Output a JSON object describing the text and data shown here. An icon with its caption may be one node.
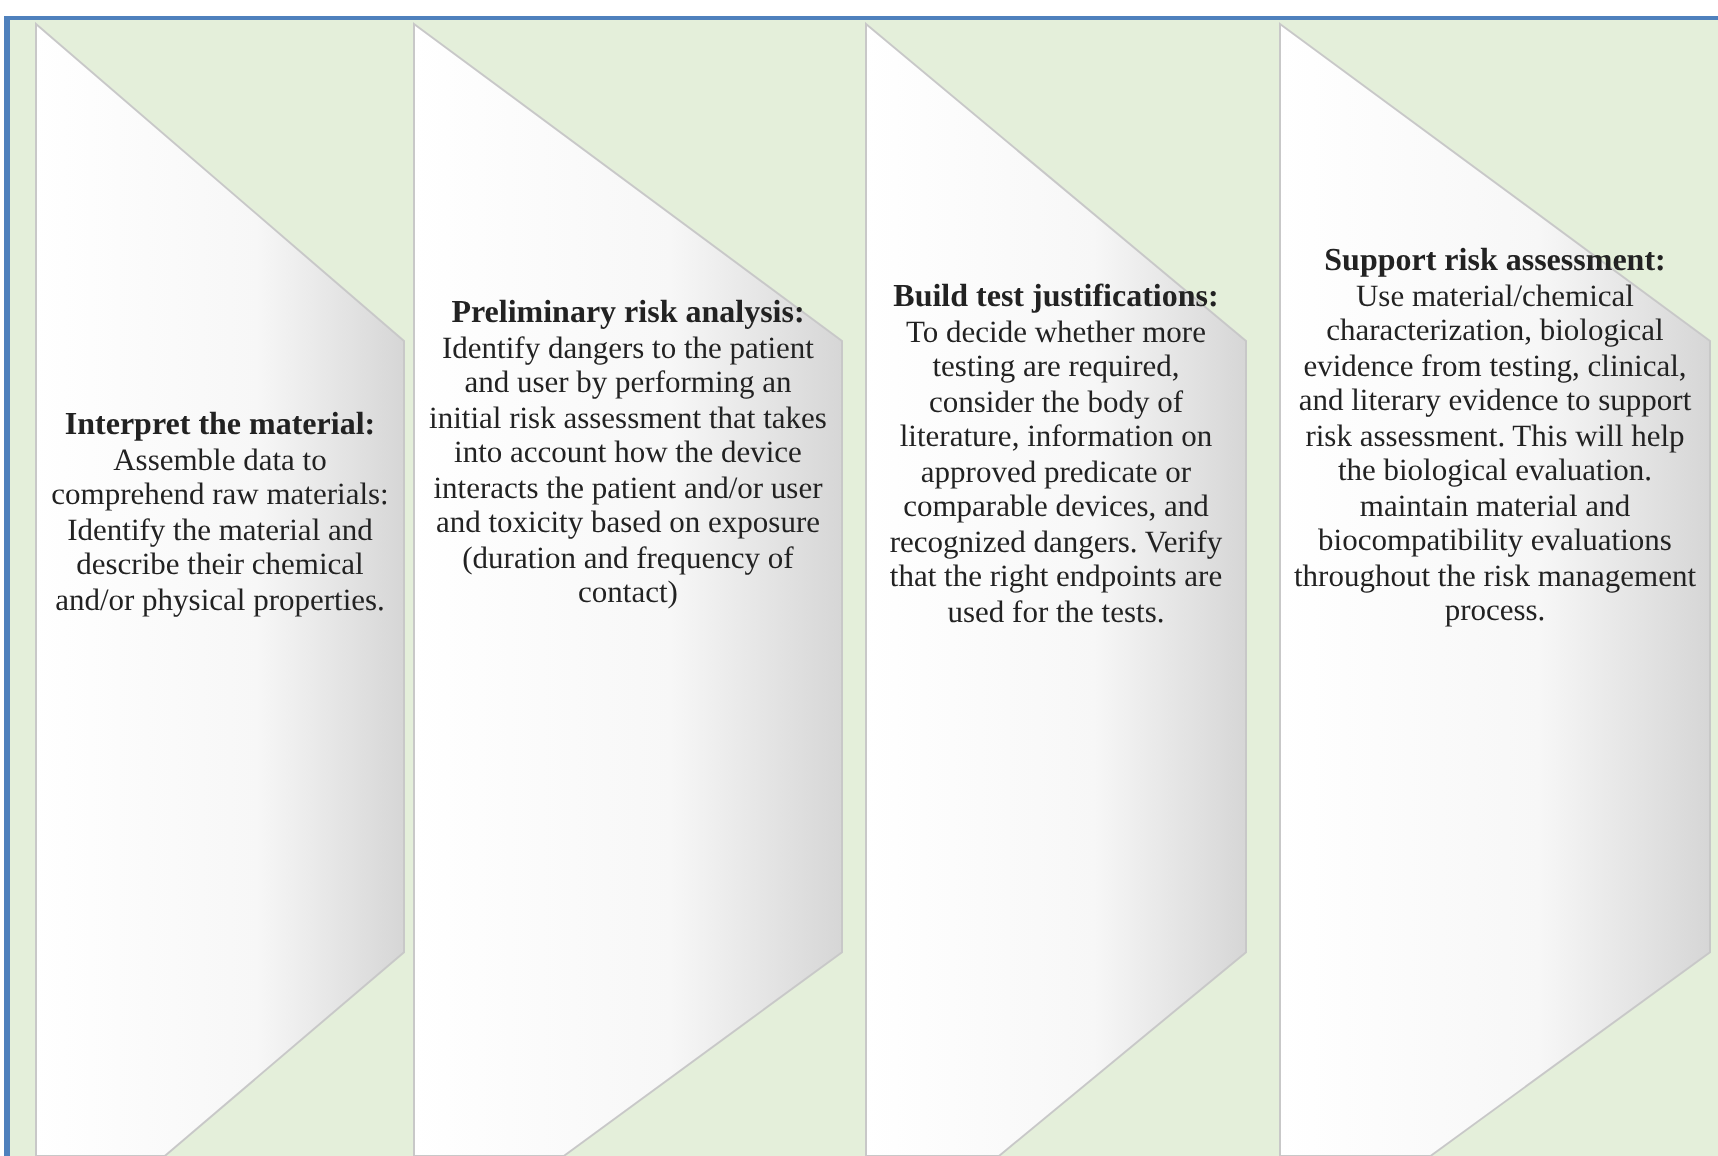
{
  "diagram": {
    "nodes": [
      {
        "text": [
          "Interpret the material:",
          "Assemble data to comprehend raw materials: Identify the material and describe their chemical and/or physical properties."
        ]
      },
      {
        "text": [
          "Preliminary risk analysis:",
          "Identify dangers to the patient and user by performing an initial risk assessment that takes into account how the device interacts the patient and/or user and toxicity based on exposure (duration and frequency of contact)"
        ]
      },
      {
        "text": [
          "Build test justifications:",
          "To decide whether more testing are required, consider the body of literature, information on approved predicate or comparable devices, and recognized dangers. Verify that the right endpoints are used for the tests."
        ]
      },
      {
        "text": [
          "Support risk assessment:",
          "Use material/chemical characterization, biological evidence from testing, clinical, and literary evidence to support risk assessment. This will help the biological evaluation. maintain material and biocompatibility evaluations throughout the risk management process."
        ]
      }
    ]
  }
}
